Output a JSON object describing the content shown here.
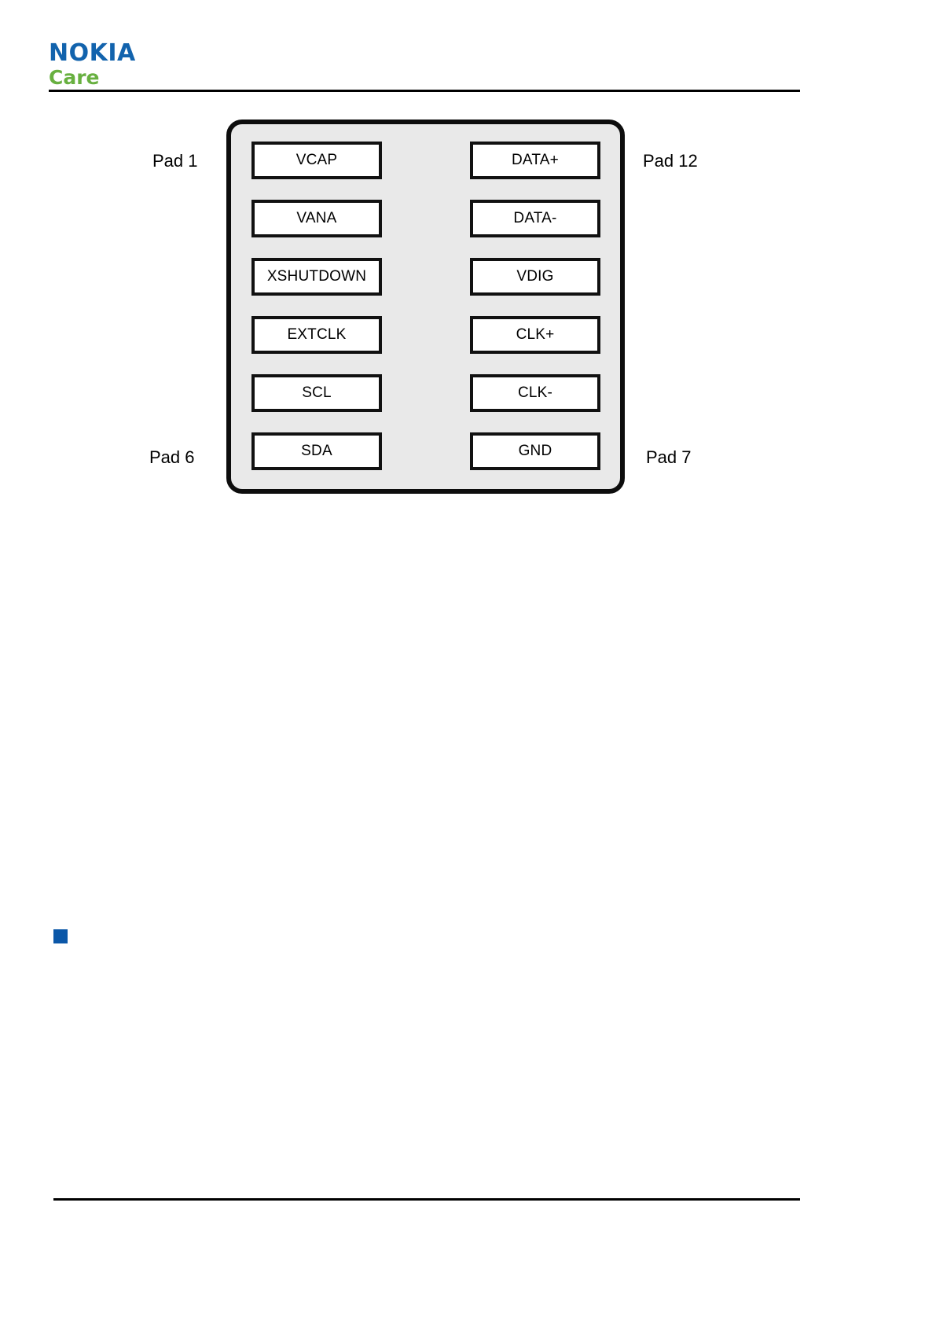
{
  "header": {
    "brand_primary": "NOKIA",
    "brand_secondary": "Care",
    "brand_primary_color": "#1263AD",
    "brand_secondary_color": "#68B040"
  },
  "diagram": {
    "package_fill_color": "#E9E9E9",
    "package_border_color": "#0D0D0D",
    "pad_box_fill_color": "#FFFFFF",
    "pad_box_border_color": "#111111",
    "left_column": [
      {
        "label": "VCAP"
      },
      {
        "label": "VANA"
      },
      {
        "label": "XSHUTDOWN"
      },
      {
        "label": "EXTCLK"
      },
      {
        "label": "SCL"
      },
      {
        "label": "SDA"
      }
    ],
    "right_column": [
      {
        "label": "DATA+"
      },
      {
        "label": "DATA-"
      },
      {
        "label": "VDIG"
      },
      {
        "label": "CLK+"
      },
      {
        "label": "CLK-"
      },
      {
        "label": "GND"
      }
    ],
    "markers": {
      "top_left": "Pad 1",
      "top_right": "Pad 12",
      "bottom_left": "Pad 6",
      "bottom_right": "Pad 7"
    }
  },
  "body": {
    "bullet_color": "#0B57A8"
  }
}
